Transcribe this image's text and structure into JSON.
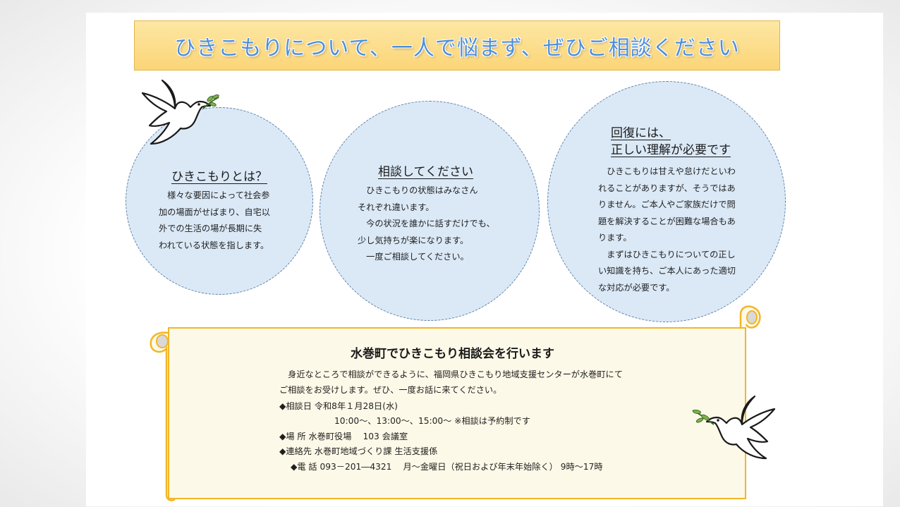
{
  "title": "ひきこもりについて、一人で悩まず、ぜひご相談ください",
  "circle1": {
    "title": "ひきこもりとは？",
    "lines": [
      "　様々な要因によって社会参",
      "加の場面がせばまり、自宅以",
      "外での生活の場が長期に失",
      "われている状態を指します。"
    ]
  },
  "circle2": {
    "title": "相談してください",
    "lines": [
      "　ひきこもりの状態はみなさん",
      "それぞれ違います。",
      "　今の状況を誰かに話すだけでも、",
      "少し気持ちが楽になります。",
      "　一度ご相談してください。"
    ]
  },
  "circle3": {
    "title_line1": "回復には、",
    "title_line2": "正しい理解が必要です",
    "lines": [
      "　ひきこもりは甘えや怠けだといわ",
      "れることがありますが、そうではあ",
      "りません。ご本人やご家族だけで問",
      "題を解決することが困難な場合もあ",
      "ります。",
      "　まずはひきこもりについての正し",
      "い知識を持ち、ご本人にあった適切",
      "な対応が必要です。"
    ]
  },
  "scroll": {
    "title": "水巻町でひきこもり相談会を行います",
    "intro1": "　身近なところで相談ができるように、福岡県ひきこもり地域支援センターが水巻町にて",
    "intro2": "ご相談をお受けします。ぜひ、一度お話に来てください。",
    "date": "◆相談日  令和8年１月28日(水)",
    "times": "10:00～、13:00～、15:00～  ※相談は予約制です",
    "place": "◆場  所  水巻町役場　 103 会議室",
    "contact": "◆連絡先  水巻町地域づくり課  生活支援係",
    "phone": "◆電  話  093－201―4321　 月～金曜日（祝日および年末年始除く）  9時～17時"
  },
  "colors": {
    "banner": "#fbd578",
    "title_text": "#4f8fd6",
    "circle_fill": "#dbe9f7",
    "scroll_border": "#f2b626",
    "scroll_fill": "#fdf9e8"
  },
  "icons": [
    "dove-icon",
    "olive-branch-icon"
  ]
}
